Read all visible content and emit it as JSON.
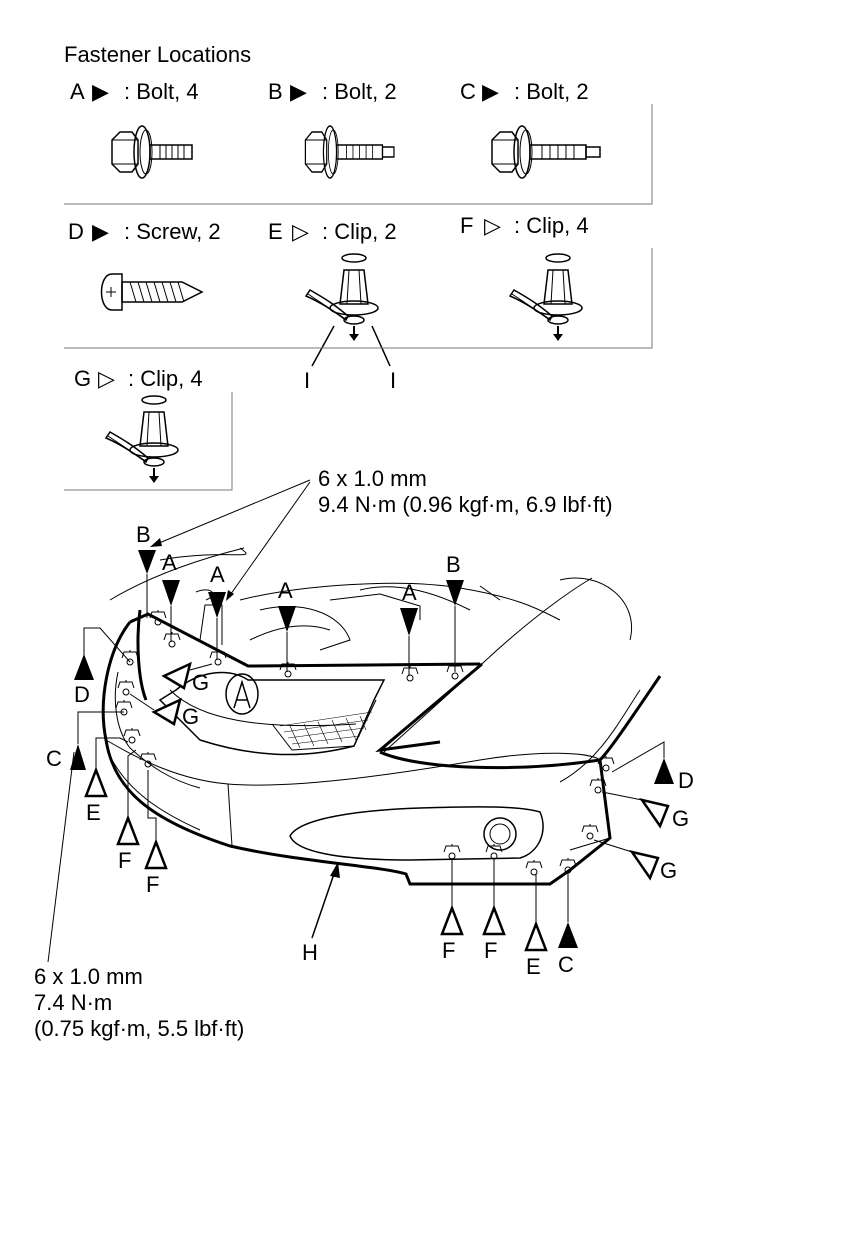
{
  "legend": {
    "title": "Fastener Locations",
    "items": [
      {
        "letter": "A",
        "symbol": "▶",
        "text": ": Bolt, 4"
      },
      {
        "letter": "B",
        "symbol": "▶",
        "text": ": Bolt, 2"
      },
      {
        "letter": "C",
        "symbol": "▶",
        "text": ": Bolt, 2"
      },
      {
        "letter": "D",
        "symbol": "▶",
        "text": ": Screw, 2"
      },
      {
        "letter": "E",
        "symbol": "▷",
        "text": ": Clip, 2"
      },
      {
        "letter": "F",
        "symbol": "▷",
        "text": ": Clip, 4"
      },
      {
        "letter": "G",
        "symbol": "▷",
        "text": ": Clip, 4"
      }
    ],
    "callout_i": "I"
  },
  "torque_upper": {
    "size": "6 x 1.0 mm",
    "value": "9.4 N·m (0.96 kgf·m, 6.9 lbf·ft)"
  },
  "torque_lower": {
    "size": "6 x 1.0 mm",
    "value": "7.4 N·m",
    "conversion": "(0.75 kgf·m, 5.5 lbf·ft)"
  },
  "callouts": {
    "A": "A",
    "B": "B",
    "C": "C",
    "D": "D",
    "E": "E",
    "F": "F",
    "G": "G",
    "H": "H"
  }
}
